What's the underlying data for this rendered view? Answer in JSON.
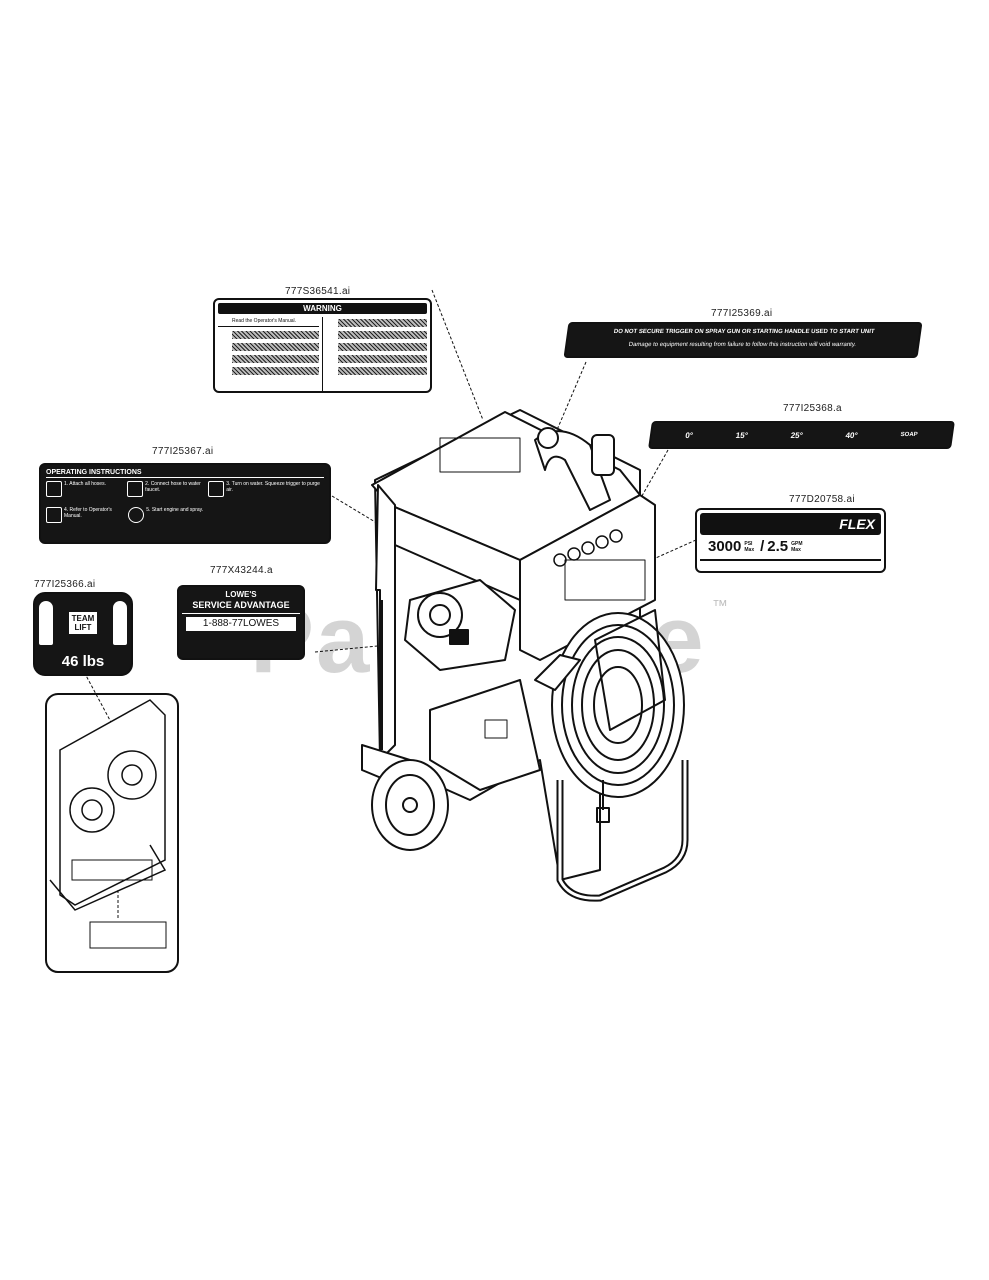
{
  "labels": {
    "warning_decal": "777S36541.ai",
    "instruction_strip": "777I25369.ai",
    "nozzle_decal": "777I25368.a",
    "operating_decal": "777I25367.ai",
    "flex_decal": "777D20758.ai",
    "service_decal": "777X43244.a",
    "teamlift_decal": "777I25366.ai"
  },
  "warning_decal": {
    "title": "WARNING",
    "read_manual": "Read the Operator's Manual."
  },
  "instruction_strip": {
    "line1": "DO NOT SECURE TRIGGER ON SPRAY GUN OR STARTING HANDLE USED TO START UNIT",
    "line2": "Damage to equipment resulting from failure to follow this instruction will void warranty."
  },
  "nozzle_decal": {
    "n0": "0°",
    "n15": "15°",
    "n25": "25°",
    "n40": "40°",
    "soap": "SOAP"
  },
  "operating_decal": {
    "title": "OPERATING INSTRUCTIONS",
    "step1": "1. Attach all hoses.",
    "step2": "2. Connect hose to water faucet.",
    "step3": "3. Turn on water. Squeeze trigger to purge air.",
    "step4": "4. Refer to Operator's Manual.",
    "step5": "5. Start engine and spray."
  },
  "flex_decal": {
    "brand": "FLEX",
    "psi_value": "3000",
    "psi_unit": "PSI",
    "psi_sub": "Max",
    "gpm_value": "2.5",
    "gpm_unit": "GPM",
    "gpm_sub": "Max"
  },
  "service_decal": {
    "brand": "LOWE'S",
    "title": "SERVICE ADVANTAGE",
    "phone": "1-888-77LOWES"
  },
  "teamlift_decal": {
    "team": "TEAM",
    "lift": "LIFT",
    "weight": "46 lbs"
  },
  "watermark": {
    "text": "PartsTree",
    "tm": "™"
  }
}
